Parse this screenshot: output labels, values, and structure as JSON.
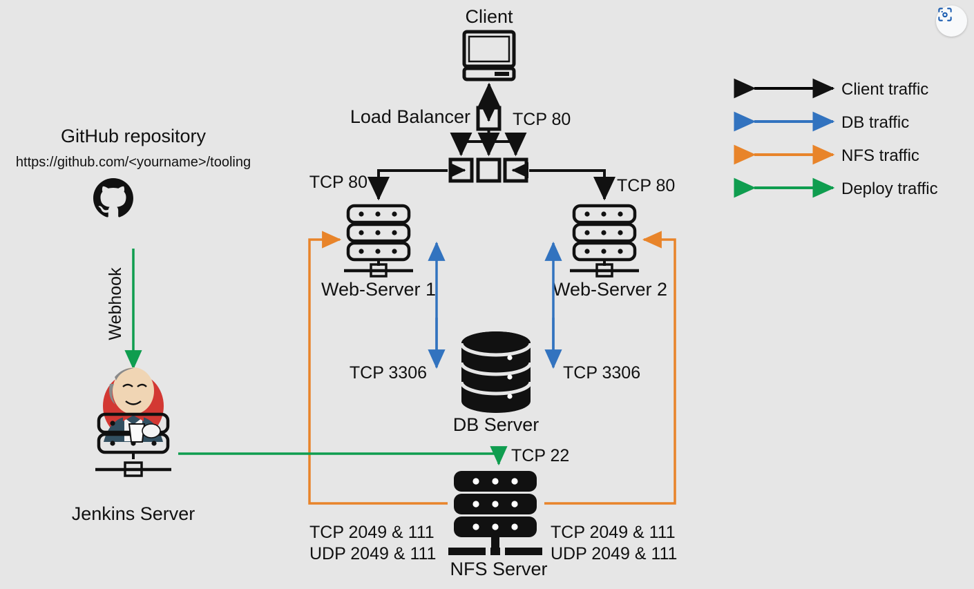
{
  "diagram": {
    "background_color": "#e6e6e6",
    "nodes": {
      "client": {
        "label": "Client",
        "icon": "desktop-monitor-icon"
      },
      "load_balancer": {
        "label": "Load Balancer",
        "icon": "load-balancer-icon"
      },
      "github": {
        "label": "GitHub repository",
        "url": "https://github.com/<yourname>/tooling",
        "icon": "github-octocat-icon"
      },
      "jenkins": {
        "label": "Jenkins Server",
        "icon": "jenkins-butler-icon"
      },
      "web_server_1": {
        "label": "Web-Server 1",
        "icon": "server-rack-icon"
      },
      "web_server_2": {
        "label": "Web-Server 2",
        "icon": "server-rack-icon"
      },
      "db_server": {
        "label": "DB Server",
        "icon": "database-cylinder-icon"
      },
      "nfs_server": {
        "label": "NFS Server",
        "icon": "server-rack-filled-icon"
      }
    },
    "edge_labels": {
      "client_to_lb": "TCP 80",
      "lb_to_web1": "TCP 80",
      "lb_to_web2": "TCP 80",
      "web1_to_db": "TCP 3306",
      "web2_to_db": "TCP 3306",
      "jenkins_to_nfs": "TCP 22",
      "github_to_jenkins": "Webhook",
      "nfs_left_tcp": "TCP 2049 & 111",
      "nfs_left_udp": "UDP 2049 & 111",
      "nfs_right_tcp": "TCP 2049 & 111",
      "nfs_right_udp": "UDP 2049 & 111"
    },
    "legend": {
      "items": [
        {
          "label": "Client traffic",
          "color": "#000000"
        },
        {
          "label": "DB traffic",
          "color": "#3273bf"
        },
        {
          "label": "NFS traffic",
          "color": "#e8842a"
        },
        {
          "label": "Deploy traffic",
          "color": "#0f9d4f"
        }
      ]
    },
    "overlay": {
      "lens_button": "lens-scan-icon"
    }
  }
}
